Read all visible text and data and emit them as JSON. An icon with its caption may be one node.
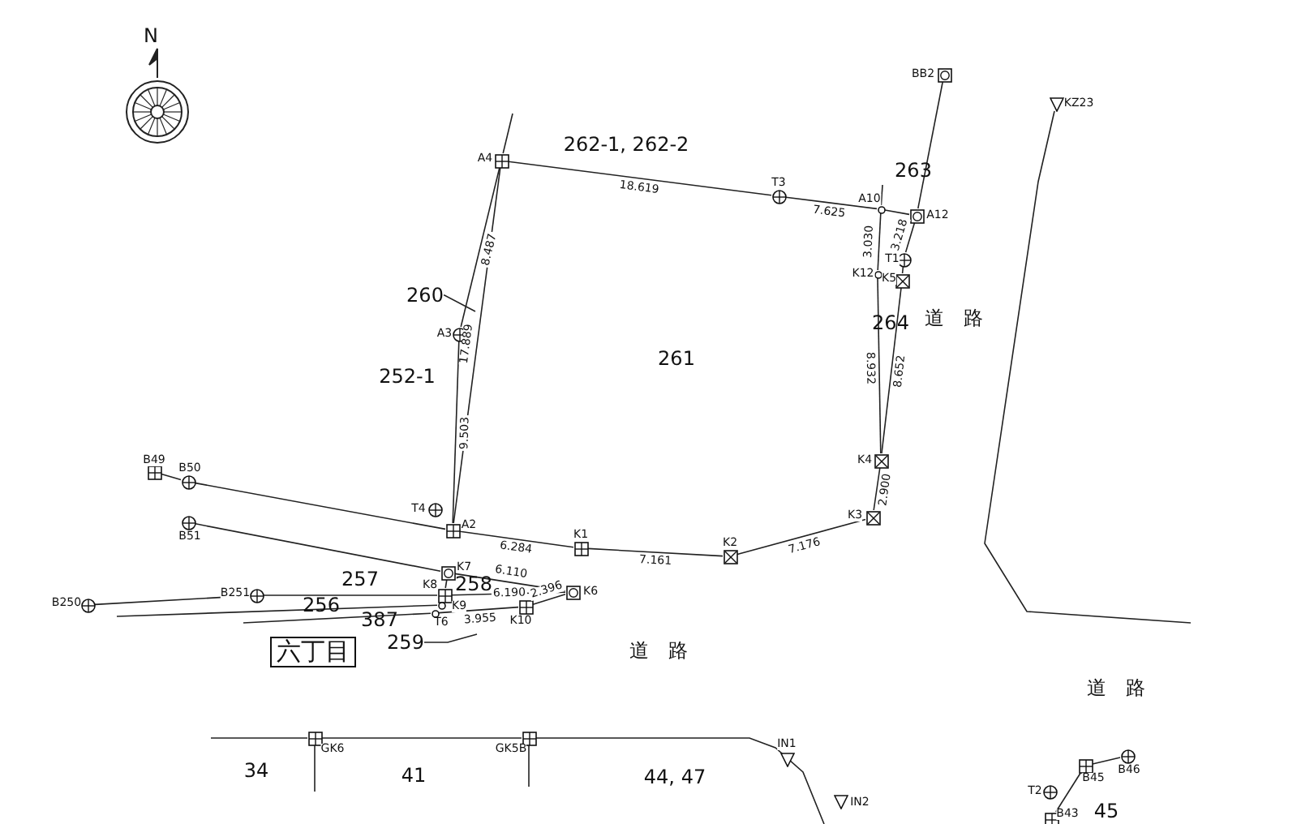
{
  "diagram": {
    "nodes": [
      {
        "text": [],
        "shape": "box",
        "beside": [
          "A4"
        ]
      },
      {
        "text": [],
        "shape": "circle",
        "beside": [
          "T3"
        ]
      },
      {
        "text": [],
        "shape": "circle",
        "beside": [
          "A10"
        ]
      },
      {
        "text": [],
        "shape": "box",
        "beside": [
          "A12"
        ]
      },
      {
        "text": [],
        "shape": "box",
        "beside": [
          "BB2"
        ]
      },
      {
        "text": [],
        "shape": "circle",
        "beside": [
          "T1"
        ]
      },
      {
        "text": [],
        "shape": "circle",
        "beside": [
          "K12"
        ]
      },
      {
        "text": [],
        "shape": "box",
        "beside": [
          "K5"
        ]
      },
      {
        "text": [],
        "shape": "box",
        "beside": [
          "K4"
        ]
      },
      {
        "text": [],
        "shape": "box",
        "beside": [
          "K3"
        ]
      },
      {
        "text": [],
        "shape": "box",
        "beside": [
          "K2"
        ]
      },
      {
        "text": [],
        "shape": "box",
        "beside": [
          "K1"
        ]
      },
      {
        "text": [],
        "shape": "box",
        "beside": [
          "A2"
        ]
      },
      {
        "text": [],
        "shape": "circle",
        "beside": [
          "T4"
        ]
      },
      {
        "text": [],
        "shape": "circle",
        "beside": [
          "A3"
        ]
      },
      {
        "text": [],
        "shape": "box",
        "beside": [
          "B49"
        ]
      },
      {
        "text": [],
        "shape": "circle",
        "beside": [
          "B50"
        ]
      },
      {
        "text": [],
        "shape": "circle",
        "beside": [
          "B51"
        ]
      },
      {
        "text": [],
        "shape": "box",
        "beside": [
          "K7"
        ]
      },
      {
        "text": [],
        "shape": "box",
        "beside": [
          "K6"
        ]
      },
      {
        "text": [],
        "shape": "box",
        "beside": [
          "K8"
        ]
      },
      {
        "text": [],
        "shape": "circle",
        "beside": [
          "K9"
        ]
      },
      {
        "text": [],
        "shape": "circle",
        "beside": [
          "T6"
        ]
      },
      {
        "text": [],
        "shape": "box",
        "beside": [
          "K10"
        ]
      },
      {
        "text": [],
        "shape": "circle",
        "beside": [
          "B251"
        ]
      },
      {
        "text": [],
        "shape": "circle",
        "beside": [
          "B250"
        ]
      },
      {
        "text": [],
        "shape": "box",
        "beside": [
          "GK6"
        ]
      },
      {
        "text": [],
        "shape": "box",
        "beside": [
          "GK5B"
        ]
      },
      {
        "text": [],
        "shape": "triangle",
        "beside": [
          "IN1"
        ]
      },
      {
        "text": [],
        "shape": "triangle",
        "beside": [
          "IN2"
        ]
      },
      {
        "text": [],
        "shape": "triangle",
        "beside": [
          "KZ23"
        ]
      },
      {
        "text": [],
        "shape": "circle",
        "beside": [
          "T2"
        ]
      },
      {
        "text": [],
        "shape": "box",
        "beside": [
          "B45"
        ]
      },
      {
        "text": [],
        "shape": "circle",
        "beside": [
          "B46"
        ]
      },
      {
        "text": [],
        "shape": "box",
        "beside": [
          "B43"
        ]
      },
      {
        "text": [
          "六丁目"
        ]
      },
      {
        "text": [
          "260"
        ]
      },
      {
        "text": [
          "259"
        ]
      }
    ],
    "edges": [
      {
        "from": 0,
        "to": 1,
        "arrow": "none",
        "label": "18.619"
      },
      {
        "from": 1,
        "to": 2,
        "arrow": "none",
        "label": "7.625"
      },
      {
        "from": 0,
        "to": 14,
        "arrow": "none",
        "label": "8.487"
      },
      {
        "from": 14,
        "to": 12,
        "arrow": "none",
        "label": "9.503"
      },
      {
        "from": 0,
        "to": 12,
        "arrow": "none",
        "label": "17.889"
      },
      {
        "from": 2,
        "to": 6,
        "arrow": "none",
        "label": "3.030"
      },
      {
        "from": 6,
        "to": 8,
        "arrow": "none",
        "label": "8.932"
      },
      {
        "from": 3,
        "to": 5,
        "arrow": "none",
        "label": "3.218"
      },
      {
        "from": 5,
        "to": 7,
        "arrow": "none"
      },
      {
        "from": 7,
        "to": 8,
        "arrow": "none",
        "label": "8.652"
      },
      {
        "from": 8,
        "to": 9,
        "arrow": "none",
        "label": "2.900"
      },
      {
        "from": 9,
        "to": 10,
        "arrow": "none",
        "label": "7.176"
      },
      {
        "from": 10,
        "to": 11,
        "arrow": "none",
        "label": "7.161"
      },
      {
        "from": 11,
        "to": 12,
        "arrow": "none",
        "label": "6.284"
      },
      {
        "from": 3,
        "to": 4,
        "arrow": "none"
      },
      {
        "from": 2,
        "to": 3,
        "arrow": "none"
      },
      {
        "from": 15,
        "to": 16,
        "arrow": "none"
      },
      {
        "from": 16,
        "to": 12,
        "arrow": "none"
      },
      {
        "from": 17,
        "to": 18,
        "arrow": "none"
      },
      {
        "from": 18,
        "to": 19,
        "arrow": "none",
        "label": "6.110"
      },
      {
        "from": 20,
        "to": 19,
        "arrow": "none",
        "label": "6.190"
      },
      {
        "from": 23,
        "to": 19,
        "arrow": "none",
        "label": "2.396"
      },
      {
        "from": 22,
        "to": 23,
        "arrow": "none",
        "label": "3.955"
      },
      {
        "from": 25,
        "to": 24,
        "arrow": "none"
      },
      {
        "from": 24,
        "to": 20,
        "arrow": "none"
      },
      {
        "from": null,
        "to": 21,
        "arrow": "none"
      },
      {
        "from": null,
        "to": 22,
        "arrow": "none"
      },
      {
        "from": null,
        "to": 26,
        "arrow": "none"
      },
      {
        "from": 26,
        "to": 27,
        "arrow": "none"
      },
      {
        "from": 27,
        "to": null,
        "arrow": "none"
      },
      {
        "from": 30,
        "to": null,
        "arrow": "none"
      },
      {
        "from": 32,
        "to": 33,
        "arrow": "none"
      },
      {
        "from": 32,
        "to": 34,
        "arrow": "none"
      },
      {
        "from": 36,
        "to": null,
        "arrow": "none"
      },
      {
        "from": 37,
        "to": null,
        "arrow": "none"
      },
      {
        "from": 18,
        "to": 20,
        "arrow": "none"
      },
      {
        "from": 0,
        "to": null,
        "arrow": "none"
      },
      {
        "from": 2,
        "to": null,
        "arrow": "none"
      },
      {
        "from": 26,
        "to": null,
        "arrow": "none"
      },
      {
        "from": 27,
        "to": null,
        "arrow": "none"
      }
    ],
    "labels": [
      "N",
      "262-1, 262-2",
      "263",
      "252-1",
      "261",
      "264",
      "道 路",
      "257",
      "258",
      "256",
      "387",
      "道 路",
      "道 路",
      "34",
      "41",
      "44, 47",
      "45"
    ]
  }
}
